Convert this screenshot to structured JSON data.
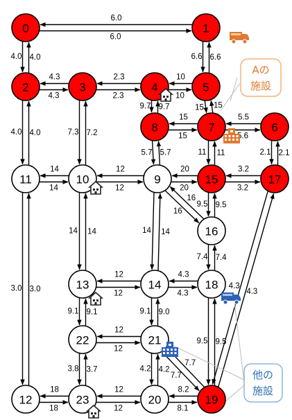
{
  "nodes": [
    {
      "id": "0",
      "label": "0",
      "highlighted": true
    },
    {
      "id": "1",
      "label": "1",
      "highlighted": true
    },
    {
      "id": "2",
      "label": "2",
      "highlighted": true
    },
    {
      "id": "3",
      "label": "3",
      "highlighted": true
    },
    {
      "id": "4",
      "label": "4",
      "highlighted": true
    },
    {
      "id": "5",
      "label": "5",
      "highlighted": true
    },
    {
      "id": "6",
      "label": "6",
      "highlighted": true
    },
    {
      "id": "7",
      "label": "7",
      "highlighted": true
    },
    {
      "id": "8",
      "label": "8",
      "highlighted": true
    },
    {
      "id": "9",
      "label": "9",
      "highlighted": false
    },
    {
      "id": "10",
      "label": "10",
      "highlighted": false
    },
    {
      "id": "11",
      "label": "11",
      "highlighted": false
    },
    {
      "id": "12",
      "label": "12",
      "highlighted": false
    },
    {
      "id": "13",
      "label": "13",
      "highlighted": false
    },
    {
      "id": "14",
      "label": "14",
      "highlighted": false
    },
    {
      "id": "15",
      "label": "15",
      "highlighted": true
    },
    {
      "id": "16",
      "label": "16",
      "highlighted": false
    },
    {
      "id": "17",
      "label": "17",
      "highlighted": true
    },
    {
      "id": "18",
      "label": "18",
      "highlighted": false
    },
    {
      "id": "19",
      "label": "19",
      "highlighted": true
    },
    {
      "id": "20",
      "label": "20",
      "highlighted": false
    },
    {
      "id": "21",
      "label": "21",
      "highlighted": false
    },
    {
      "id": "22",
      "label": "22",
      "highlighted": false
    },
    {
      "id": "23",
      "label": "23",
      "highlighted": false
    }
  ],
  "edges": [
    {
      "from": "1",
      "to": "0",
      "weight": "6.0"
    },
    {
      "from": "0",
      "to": "1",
      "weight": "6.0"
    },
    {
      "from": "0",
      "to": "2",
      "weight": "4.0"
    },
    {
      "from": "2",
      "to": "0",
      "weight": "4.0"
    },
    {
      "from": "1",
      "to": "5",
      "weight": "6.6"
    },
    {
      "from": "5",
      "to": "1",
      "weight": "6.6"
    },
    {
      "from": "3",
      "to": "2",
      "weight": "4.3"
    },
    {
      "from": "2",
      "to": "3",
      "weight": "4.3"
    },
    {
      "from": "4",
      "to": "3",
      "weight": "2.3"
    },
    {
      "from": "3",
      "to": "4",
      "weight": "2.3"
    },
    {
      "from": "5",
      "to": "4",
      "weight": "10"
    },
    {
      "from": "4",
      "to": "5",
      "weight": "10"
    },
    {
      "from": "2",
      "to": "11",
      "weight": "4.0"
    },
    {
      "from": "11",
      "to": "2",
      "weight": "4.0"
    },
    {
      "from": "3",
      "to": "10",
      "weight": "7.3"
    },
    {
      "from": "10",
      "to": "3",
      "weight": "7.2"
    },
    {
      "from": "8",
      "to": "4",
      "weight": "9.7"
    },
    {
      "from": "4",
      "to": "8",
      "weight": "9.7"
    },
    {
      "from": "5",
      "to": "7",
      "weight": "15"
    },
    {
      "from": "7",
      "to": "5",
      "weight": "15"
    },
    {
      "from": "8",
      "to": "7",
      "weight": "15"
    },
    {
      "from": "7",
      "to": "8",
      "weight": "15"
    },
    {
      "from": "7",
      "to": "6",
      "weight": "5.6"
    },
    {
      "from": "6",
      "to": "7",
      "weight": "5.5"
    },
    {
      "from": "7",
      "to": "15",
      "weight": "11"
    },
    {
      "from": "15",
      "to": "7",
      "weight": "11"
    },
    {
      "from": "6",
      "to": "17",
      "weight": "2.1"
    },
    {
      "from": "17",
      "to": "6",
      "weight": "2.1"
    },
    {
      "from": "8",
      "to": "9",
      "weight": "5.7"
    },
    {
      "from": "9",
      "to": "8",
      "weight": "5.7"
    },
    {
      "from": "11",
      "to": "10",
      "weight": "14"
    },
    {
      "from": "10",
      "to": "11",
      "weight": "14"
    },
    {
      "from": "9",
      "to": "10",
      "weight": "12"
    },
    {
      "from": "10",
      "to": "9",
      "weight": "12"
    },
    {
      "from": "15",
      "to": "9",
      "weight": "20"
    },
    {
      "from": "9",
      "to": "15",
      "weight": "20"
    },
    {
      "from": "17",
      "to": "15",
      "weight": "3.2"
    },
    {
      "from": "15",
      "to": "17",
      "weight": "3.2"
    },
    {
      "from": "9",
      "to": "16",
      "weight": "16"
    },
    {
      "from": "16",
      "to": "9",
      "weight": "16"
    },
    {
      "from": "15",
      "to": "16",
      "weight": "9.5"
    },
    {
      "from": "16",
      "to": "15",
      "weight": "9.5"
    },
    {
      "from": "11",
      "to": "12",
      "weight": "3.0"
    },
    {
      "from": "12",
      "to": "11",
      "weight": "3.0"
    },
    {
      "from": "10",
      "to": "13",
      "weight": "14"
    },
    {
      "from": "13",
      "to": "10",
      "weight": "14"
    },
    {
      "from": "9",
      "to": "14",
      "weight": "14"
    },
    {
      "from": "14",
      "to": "9",
      "weight": "14"
    },
    {
      "from": "13",
      "to": "14",
      "weight": "12"
    },
    {
      "from": "14",
      "to": "13",
      "weight": "12"
    },
    {
      "from": "14",
      "to": "18",
      "weight": "4.3"
    },
    {
      "from": "18",
      "to": "14",
      "weight": "4.3"
    },
    {
      "from": "16",
      "to": "18",
      "weight": "7.4"
    },
    {
      "from": "18",
      "to": "16",
      "weight": "7.4"
    },
    {
      "from": "17",
      "to": "19",
      "weight": "4.3"
    },
    {
      "from": "19",
      "to": "17",
      "weight": "4.3"
    },
    {
      "from": "13",
      "to": "22",
      "weight": "9.1"
    },
    {
      "from": "22",
      "to": "13",
      "weight": "9.1"
    },
    {
      "from": "14",
      "to": "21",
      "weight": "9.1"
    },
    {
      "from": "21",
      "to": "14",
      "weight": "9.0"
    },
    {
      "from": "22",
      "to": "21",
      "weight": "12"
    },
    {
      "from": "21",
      "to": "22",
      "weight": "12"
    },
    {
      "from": "18",
      "to": "19",
      "weight": "9.5"
    },
    {
      "from": "19",
      "to": "18",
      "weight": "9.5"
    },
    {
      "from": "22",
      "to": "23",
      "weight": "3.8"
    },
    {
      "from": "23",
      "to": "22",
      "weight": "3.7"
    },
    {
      "from": "21",
      "to": "20",
      "weight": "4.2"
    },
    {
      "from": "20",
      "to": "21",
      "weight": "4.2"
    },
    {
      "from": "21",
      "to": "19",
      "weight": "7.7"
    },
    {
      "from": "19",
      "to": "21",
      "weight": "7.7"
    },
    {
      "from": "23",
      "to": "12",
      "weight": "18"
    },
    {
      "from": "12",
      "to": "23",
      "weight": "18"
    },
    {
      "from": "20",
      "to": "23",
      "weight": "12"
    },
    {
      "from": "23",
      "to": "20",
      "weight": "12"
    },
    {
      "from": "19",
      "to": "20",
      "weight": "8.2"
    },
    {
      "from": "20",
      "to": "19",
      "weight": "8.1"
    }
  ],
  "callouts": {
    "facility_a": {
      "text_line1": "Aの",
      "text_line2": "施設"
    },
    "other_facility": {
      "text_line1": "他の",
      "text_line2": "施設"
    }
  },
  "icons": {
    "house_icon": "house-icon",
    "bank_icon": "bank-icon",
    "school_icon": "school-icon",
    "truck_icon": "truck-icon"
  },
  "colors": {
    "highlight_node": "#ff0000",
    "plain_node": "#ffffff",
    "callout_a_text": "#e07a30",
    "callout_a_border": "#f3b37a",
    "callout_other_text": "#2f6fb0",
    "callout_other_border": "#8db6d8",
    "icon_orange": "#e07a30",
    "icon_blue": "#2e62b8",
    "edge": "#000000"
  }
}
